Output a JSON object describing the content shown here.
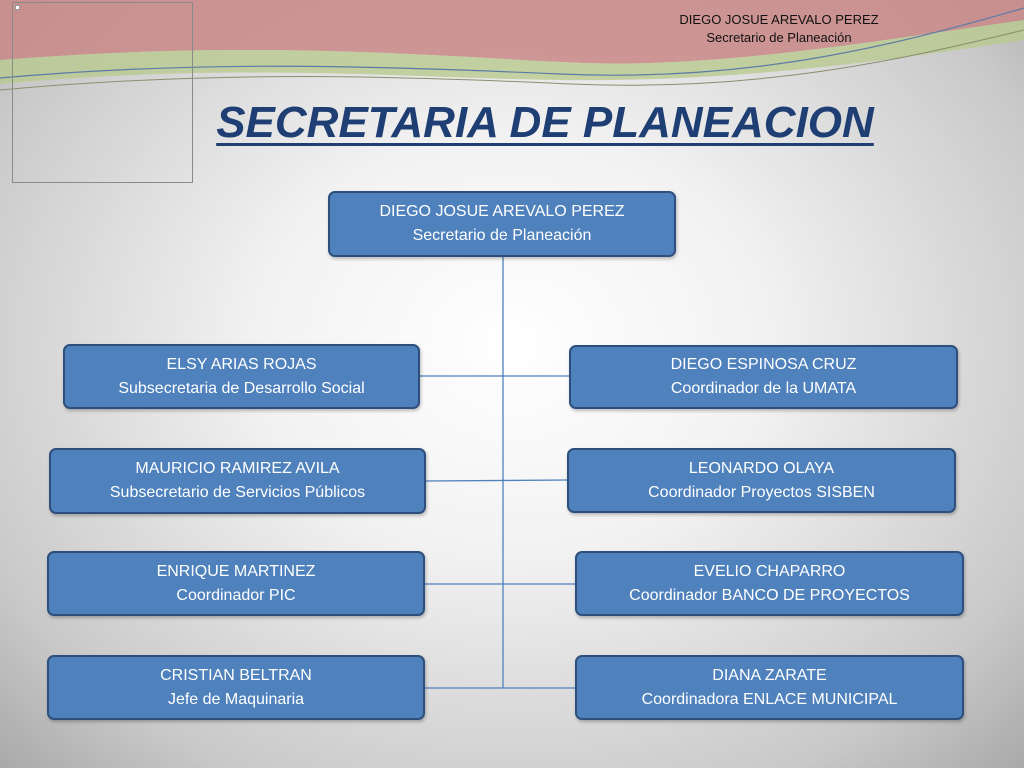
{
  "header": {
    "name": "DIEGO JOSUE AREVALO PEREZ",
    "role": "Secretario de Planeación"
  },
  "title": "SECRETARIA DE PLANEACION",
  "org_chart": {
    "root": {
      "name": "DIEGO JOSUE AREVALO PEREZ",
      "role": "Secretario de Planeación"
    },
    "left": [
      {
        "name": "ELSY ARIAS ROJAS",
        "role": "Subsecretaria de Desarrollo Social"
      },
      {
        "name": "MAURICIO RAMIREZ AVILA",
        "role": "Subsecretario de Servicios Públicos"
      },
      {
        "name": "ENRIQUE MARTINEZ",
        "role": "Coordinador PIC"
      },
      {
        "name": "CRISTIAN BELTRAN",
        "role": "Jefe de Maquinaria"
      }
    ],
    "right": [
      {
        "name": "DIEGO ESPINOSA CRUZ",
        "role": "Coordinador de la UMATA"
      },
      {
        "name": "LEONARDO OLAYA",
        "role": "Coordinador Proyectos SISBEN"
      },
      {
        "name": "EVELIO CHAPARRO",
        "role": "Coordinador BANCO DE PROYECTOS"
      },
      {
        "name": "DIANA ZARATE",
        "role": "Coordinadora ENLACE MUNICIPAL"
      }
    ]
  },
  "colors": {
    "node_fill": "#4f81bd",
    "node_border": "#2e4f7e",
    "connector": "#4f81bd",
    "title": "#1f3f74",
    "wave_red": "#c0504d",
    "wave_green": "#9bbb59"
  }
}
